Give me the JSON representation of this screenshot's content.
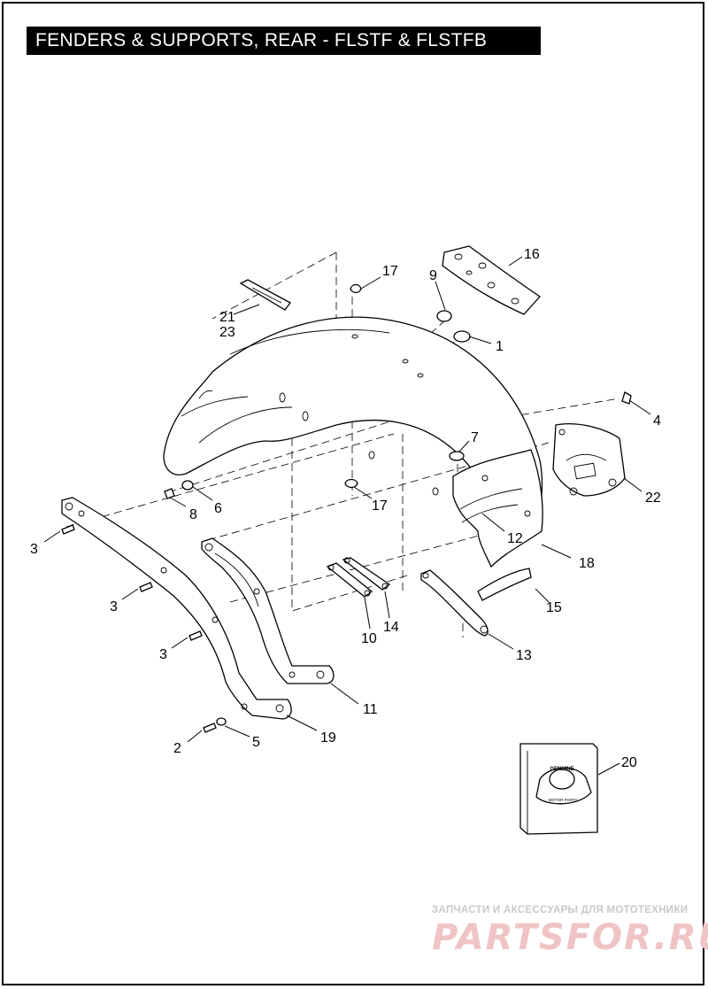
{
  "title": "FENDERS & SUPPORTS, REAR - FLSTF & FLSTFB",
  "callouts": {
    "c1": "1",
    "c2": "2",
    "c3a": "3",
    "c3b": "3",
    "c3c": "3",
    "c4": "4",
    "c5": "5",
    "c6": "6",
    "c7": "7",
    "c8": "8",
    "c9": "9",
    "c10": "10",
    "c11": "11",
    "c12": "12",
    "c13": "13",
    "c14": "14",
    "c15": "15",
    "c16": "16",
    "c17a": "17",
    "c17b": "17",
    "c18": "18",
    "c19": "19",
    "c20": "20",
    "c21": "21",
    "c22": "22",
    "c23": "23"
  },
  "logo_badge": {
    "line1": "GENUINE",
    "line2": "MOTOR PARTS"
  },
  "watermark": {
    "tagline": "ЗАПЧАСТИ И АКСЕССУАРЫ ДЛЯ МОТОТЕХНИКИ",
    "brand": "PARTSFOR.RU"
  }
}
